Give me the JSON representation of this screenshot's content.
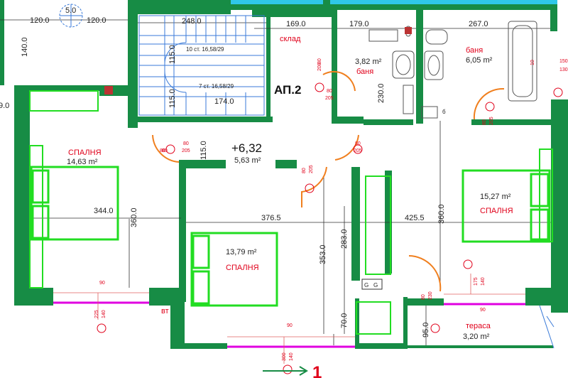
{
  "plan": {
    "apartment_label": "АП.2",
    "level_mark": "+6,32",
    "stairs": {
      "flight_upper": "10 ст. 16,58/29",
      "flight_lower": "7 ст. 16,58/29"
    },
    "rooms": [
      {
        "name": "СПАЛНЯ",
        "area": "14,63 m²"
      },
      {
        "name": "",
        "area": "5,63 m²"
      },
      {
        "name": "СПАЛНЯ",
        "area": "13,79 m²"
      },
      {
        "name": "СПАЛНЯ",
        "area": "15,27 m²"
      },
      {
        "name": "склад",
        "area": ""
      },
      {
        "name": "баня",
        "area": "3,82 m²"
      },
      {
        "name": "баня",
        "area": "6,05 m²"
      },
      {
        "name": "тераса",
        "area": "3,20 m²"
      }
    ],
    "dimensions": {
      "top_left_a": "120.0",
      "top_left_b": "5.0",
      "top_left_c": "120.0",
      "stair_width_top": "248.0",
      "store_width": "169.0",
      "bath_small_width": "179.0",
      "bath_big_width": "267.0",
      "left_height": "140.0",
      "stair_v1": "115.0",
      "stair_v2": "115.0",
      "stair_width_bottom": "174.0",
      "bath_small_height": "230.0",
      "left_edge": "9.0",
      "hall_v": "115.0",
      "bed1_width": "344.0",
      "bed1_height": "360.0",
      "bed2_width": "376.5",
      "bed2_height": "353.0",
      "hall_height": "283.0",
      "bed3_width": "425.5",
      "bed3_height": "360.0",
      "niche_height": "70.0",
      "terrace_height": "95.0",
      "right_edge_a": "150",
      "right_edge_b": "130"
    },
    "doors": [
      {
        "w": "80",
        "h": "208"
      },
      {
        "w": "80",
        "h": "205"
      },
      {
        "w": "80",
        "h": "205"
      },
      {
        "w": "80",
        "h": "205"
      },
      {
        "w": "80",
        "h": "205"
      },
      {
        "w": "80",
        "h": "205"
      },
      {
        "w": "80",
        "h": "205"
      },
      {
        "w": "80",
        "h": "205"
      },
      {
        "w": "80",
        "h": "230"
      }
    ],
    "windows": [
      {
        "w": "90",
        "a": "225",
        "b": "140"
      },
      {
        "w": "90",
        "a": "300",
        "b": "140"
      },
      {
        "w": "90",
        "a": "175",
        "b": "140"
      },
      {
        "w": "10",
        "a": "",
        "b": ""
      }
    ],
    "misc": {
      "vent_label": "вт",
      "shaft_a": "G",
      "shaft_b": "G",
      "boiler_label": "б",
      "section_marker": "1"
    }
  },
  "colors": {
    "wall": "#178c45",
    "furniture": "#22dd22",
    "room_name": "#e0001a",
    "door_arc": "#f07f1e",
    "window": "#e000e0",
    "sanitary": "#3399ff"
  }
}
